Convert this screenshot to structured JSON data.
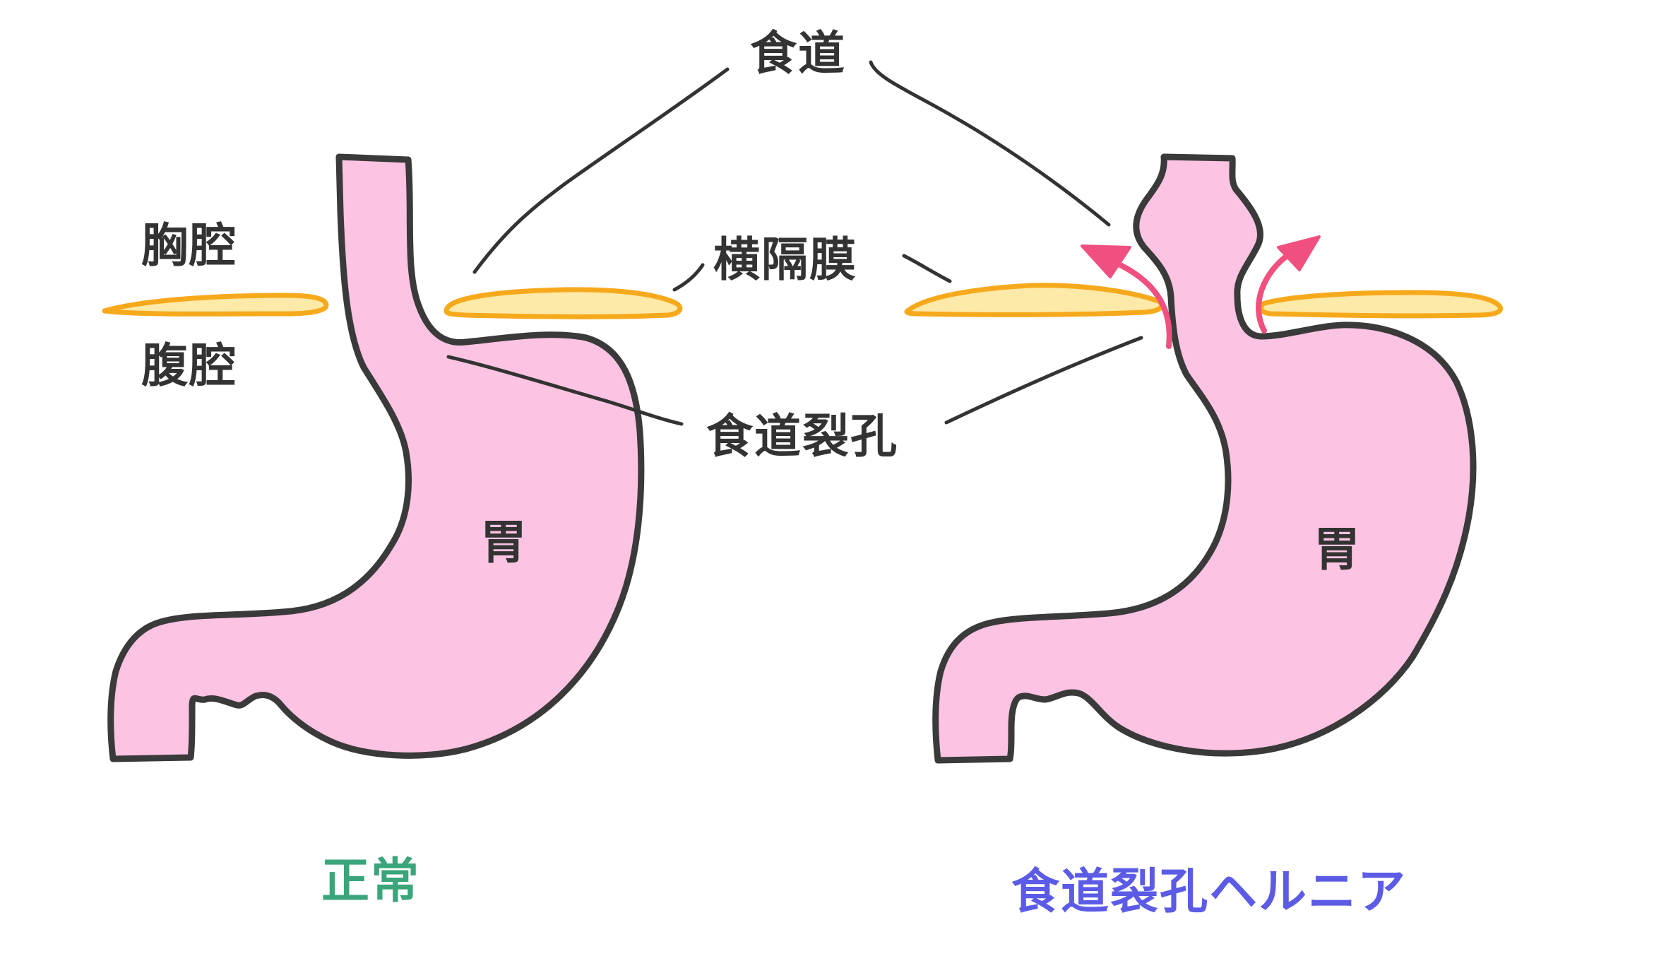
{
  "labels": {
    "esophagus": "食道",
    "diaphragm": "横隔膜",
    "thoracic_cavity": "胸腔",
    "abdominal_cavity": "腹腔",
    "hiatus": "食道裂孔",
    "stomach_left": "胃",
    "stomach_right": "胃"
  },
  "captions": {
    "normal": "正常",
    "hernia": "食道裂孔ヘルニア"
  },
  "colors": {
    "stomach_fill": "#fcc3e2",
    "outline": "#3a3a3a",
    "diaphragm_fill": "#fdeaa8",
    "diaphragm_stroke": "#f7a91c",
    "arrow": "#f0507f",
    "caption_normal": "#3aa57a",
    "caption_hernia": "#5b5be6"
  }
}
